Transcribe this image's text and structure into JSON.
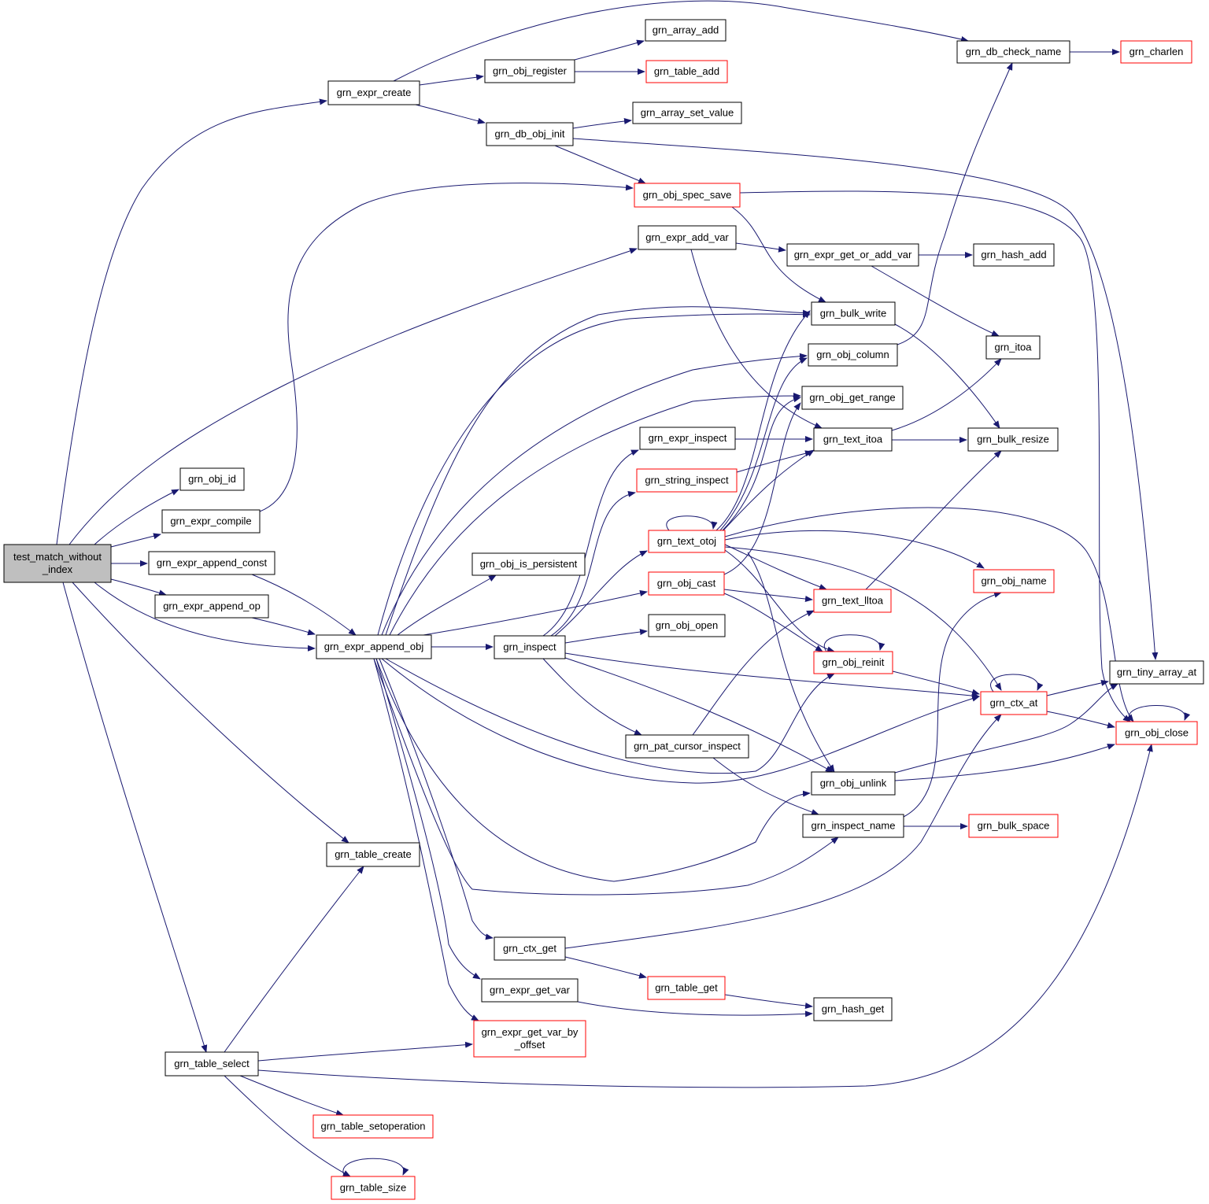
{
  "diagram": {
    "colors": {
      "edge": "#191970",
      "node_border": "#000000",
      "truncated_border": "#ff0000",
      "root_fill": "#bfbfbf",
      "node_fill": "#ffffff"
    },
    "nodes": [
      {
        "id": "root",
        "label": "test_match_without\n_index",
        "kind": "root"
      },
      {
        "id": "expr_create",
        "label": "grn_expr_create",
        "kind": "normal"
      },
      {
        "id": "obj_id",
        "label": "grn_obj_id",
        "kind": "normal"
      },
      {
        "id": "expr_compile",
        "label": "grn_expr_compile",
        "kind": "normal"
      },
      {
        "id": "append_const",
        "label": "grn_expr_append_const",
        "kind": "normal"
      },
      {
        "id": "append_op",
        "label": "grn_expr_append_op",
        "kind": "normal"
      },
      {
        "id": "append_obj",
        "label": "grn_expr_append_obj",
        "kind": "normal"
      },
      {
        "id": "table_create",
        "label": "grn_table_create",
        "kind": "normal"
      },
      {
        "id": "table_select",
        "label": "grn_table_select",
        "kind": "normal"
      },
      {
        "id": "table_setop",
        "label": "grn_table_setoperation",
        "kind": "truncated"
      },
      {
        "id": "table_size",
        "label": "grn_table_size",
        "kind": "truncated"
      },
      {
        "id": "obj_register",
        "label": "grn_obj_register",
        "kind": "normal"
      },
      {
        "id": "array_add",
        "label": "grn_array_add",
        "kind": "normal"
      },
      {
        "id": "table_add",
        "label": "grn_table_add",
        "kind": "truncated"
      },
      {
        "id": "db_obj_init",
        "label": "grn_db_obj_init",
        "kind": "normal"
      },
      {
        "id": "array_set_value",
        "label": "grn_array_set_value",
        "kind": "normal"
      },
      {
        "id": "obj_spec_save",
        "label": "grn_obj_spec_save",
        "kind": "truncated"
      },
      {
        "id": "expr_add_var",
        "label": "grn_expr_add_var",
        "kind": "normal"
      },
      {
        "id": "get_or_add_var",
        "label": "grn_expr_get_or_add_var",
        "kind": "normal"
      },
      {
        "id": "hash_add",
        "label": "grn_hash_add",
        "kind": "normal"
      },
      {
        "id": "db_check_name",
        "label": "grn_db_check_name",
        "kind": "normal"
      },
      {
        "id": "charlen",
        "label": "grn_charlen",
        "kind": "truncated"
      },
      {
        "id": "bulk_write",
        "label": "grn_bulk_write",
        "kind": "normal"
      },
      {
        "id": "itoa",
        "label": "grn_itoa",
        "kind": "normal"
      },
      {
        "id": "obj_column",
        "label": "grn_obj_column",
        "kind": "normal"
      },
      {
        "id": "obj_get_range",
        "label": "grn_obj_get_range",
        "kind": "normal"
      },
      {
        "id": "expr_inspect",
        "label": "grn_expr_inspect",
        "kind": "normal"
      },
      {
        "id": "text_itoa",
        "label": "grn_text_itoa",
        "kind": "normal"
      },
      {
        "id": "bulk_resize",
        "label": "grn_bulk_resize",
        "kind": "normal"
      },
      {
        "id": "string_inspect",
        "label": "grn_string_inspect",
        "kind": "truncated"
      },
      {
        "id": "text_otoj",
        "label": "grn_text_otoj",
        "kind": "truncated"
      },
      {
        "id": "obj_is_persistent",
        "label": "grn_obj_is_persistent",
        "kind": "normal"
      },
      {
        "id": "obj_cast",
        "label": "grn_obj_cast",
        "kind": "truncated"
      },
      {
        "id": "obj_name",
        "label": "grn_obj_name",
        "kind": "truncated"
      },
      {
        "id": "text_lltoa",
        "label": "grn_text_lltoa",
        "kind": "truncated"
      },
      {
        "id": "inspect",
        "label": "grn_inspect",
        "kind": "normal"
      },
      {
        "id": "obj_open",
        "label": "grn_obj_open",
        "kind": "normal"
      },
      {
        "id": "obj_reinit",
        "label": "grn_obj_reinit",
        "kind": "truncated"
      },
      {
        "id": "tiny_array_at",
        "label": "grn_tiny_array_at",
        "kind": "normal"
      },
      {
        "id": "ctx_at",
        "label": "grn_ctx_at",
        "kind": "truncated"
      },
      {
        "id": "obj_close",
        "label": "grn_obj_close",
        "kind": "truncated"
      },
      {
        "id": "pat_cursor_inspect",
        "label": "grn_pat_cursor_inspect",
        "kind": "normal"
      },
      {
        "id": "obj_unlink",
        "label": "grn_obj_unlink",
        "kind": "normal"
      },
      {
        "id": "inspect_name",
        "label": "grn_inspect_name",
        "kind": "normal"
      },
      {
        "id": "bulk_space",
        "label": "grn_bulk_space",
        "kind": "truncated"
      },
      {
        "id": "ctx_get",
        "label": "grn_ctx_get",
        "kind": "normal"
      },
      {
        "id": "table_get",
        "label": "grn_table_get",
        "kind": "truncated"
      },
      {
        "id": "expr_get_var",
        "label": "grn_expr_get_var",
        "kind": "normal"
      },
      {
        "id": "hash_get",
        "label": "grn_hash_get",
        "kind": "normal"
      },
      {
        "id": "get_var_by_offset",
        "label": "grn_expr_get_var_by\n_offset",
        "kind": "truncated"
      }
    ]
  }
}
